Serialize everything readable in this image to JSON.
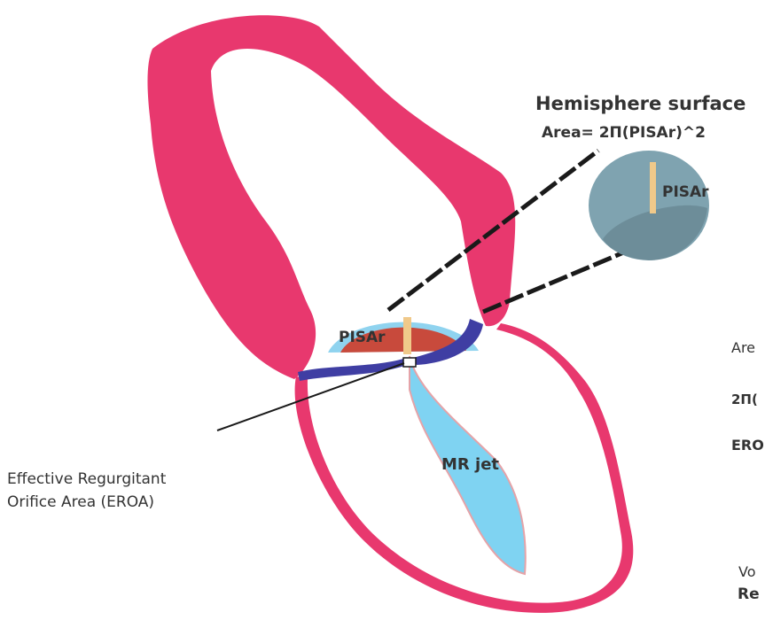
{
  "labels": {
    "hemisphere_title": "Hemisphere surface",
    "hemisphere_formula": "Area= 2Π(PISAr)^2",
    "pisar_zoom": "PISAr",
    "pisar_valve": "PISAr",
    "mr_jet": "MR jet",
    "eroa_line1": "Effective Regurgitant",
    "eroa_line2": "Orifice Area (EROA)",
    "right_are": "Are",
    "right_2pi": "2Π(",
    "right_ero": "ERO",
    "right_vo": "Vo",
    "right_re": "Re"
  },
  "colors": {
    "wall": "#e8386e",
    "jet_fill": "#7fd3f2",
    "jet_edge": "#e5a3a8",
    "pisa_fill": "#c84a3c",
    "pisa_halo": "#8fd3ef",
    "leaflet": "#3f3ea3",
    "radius_bar": "#f0c98a",
    "hemisphere_fill": "#7fa3b0",
    "hemisphere_shade": "#5f7c87",
    "dashes": "#1a1a1a",
    "text": "#333333"
  }
}
